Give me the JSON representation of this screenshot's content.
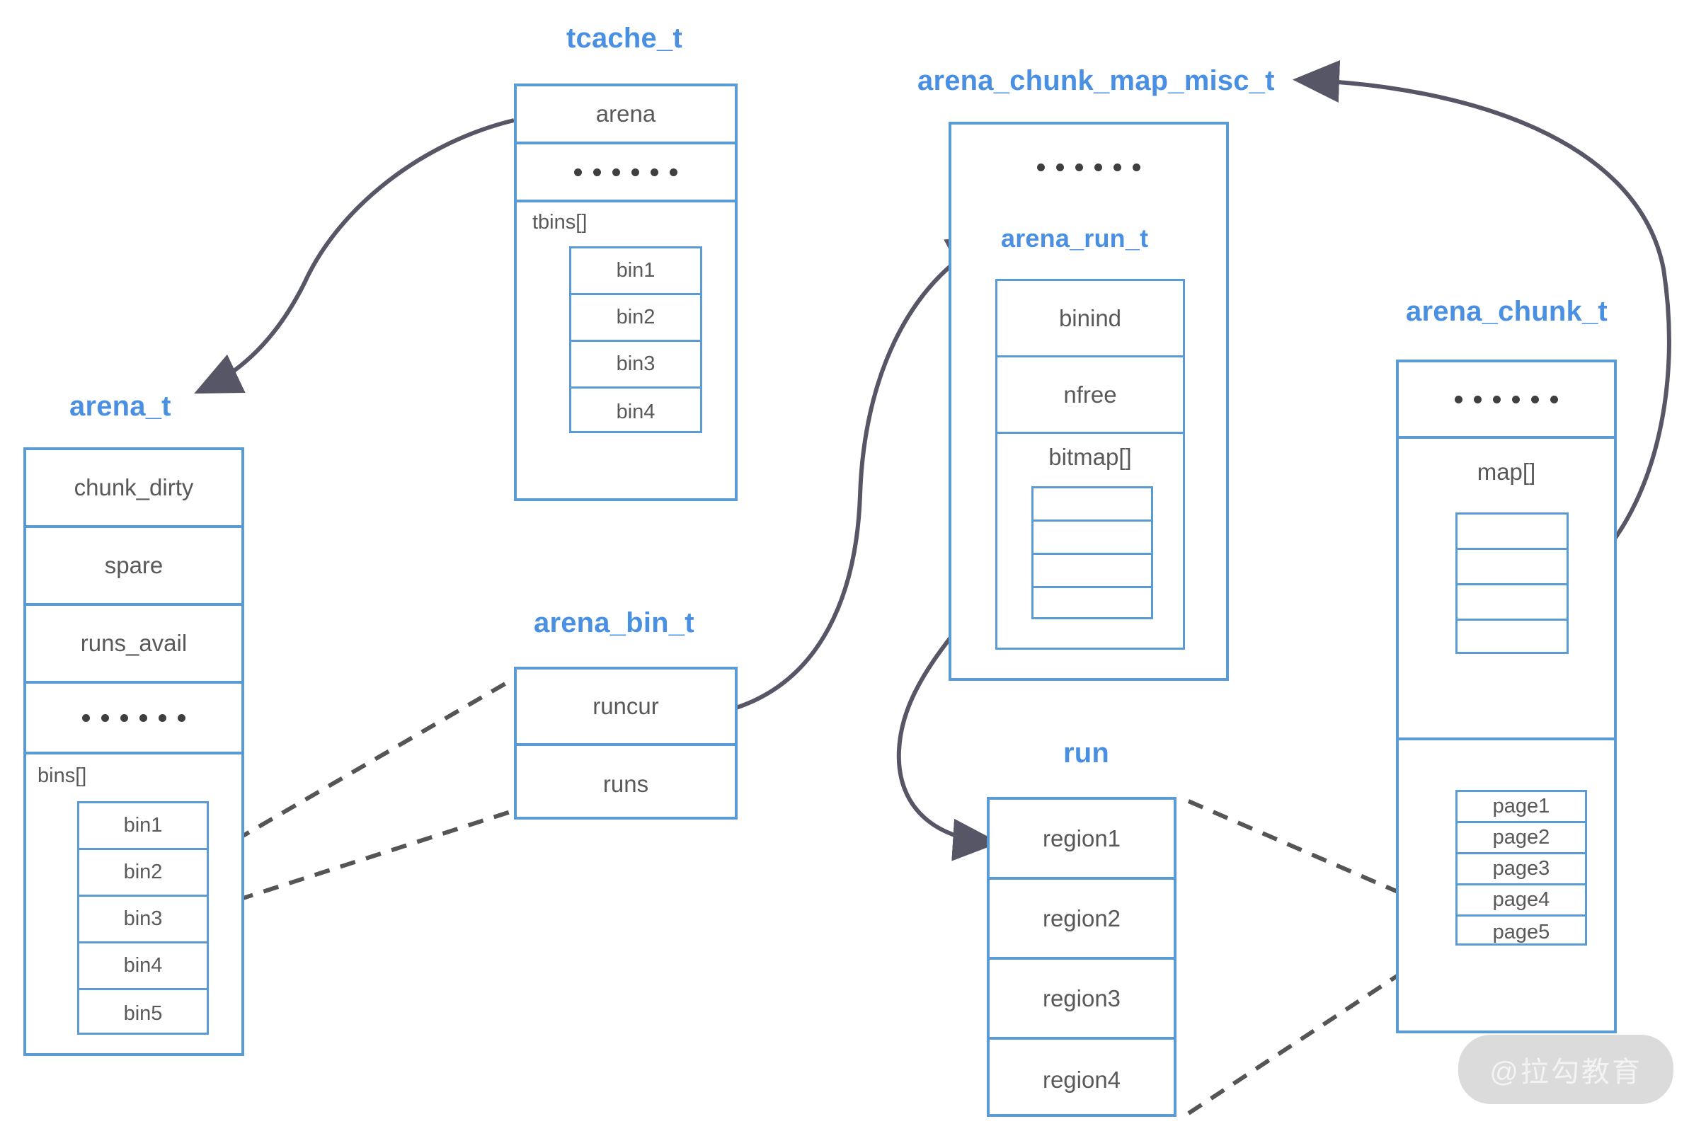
{
  "diagram": {
    "title_color": "#4a90e2",
    "box_border_color": "#5b9bd5",
    "text_color": "#595959",
    "arrow_color": "#565666",
    "watermark": "@拉勾教育"
  },
  "structs": {
    "tcache": {
      "title": "tcache_t",
      "rows": [
        "arena",
        "……"
      ],
      "array_label": "tbins[]",
      "array_items": [
        "bin1",
        "bin2",
        "bin3",
        "bin4"
      ]
    },
    "arena": {
      "title": "arena_t",
      "rows": [
        "chunk_dirty",
        "spare",
        "runs_avail",
        "……"
      ],
      "array_label": "bins[]",
      "array_items": [
        "bin1",
        "bin2",
        "bin3",
        "bin4",
        "bin5"
      ]
    },
    "arena_bin": {
      "title": "arena_bin_t",
      "rows": [
        "runcur",
        "runs"
      ]
    },
    "chunk_map_misc": {
      "title": "arena_chunk_map_misc_t",
      "rows": [
        "……"
      ]
    },
    "arena_run": {
      "title": "arena_run_t",
      "rows": [
        "binind",
        "nfree"
      ],
      "array_label": "bitmap[]",
      "array_items": [
        "",
        "",
        "",
        ""
      ]
    },
    "run": {
      "title": "run",
      "rows": [
        "region1",
        "region2",
        "region3",
        "region4"
      ]
    },
    "arena_chunk": {
      "title": "arena_chunk_t",
      "rows": [
        "……"
      ],
      "map_label": "map[]",
      "map_items": [
        "",
        "",
        "",
        ""
      ],
      "page_items": [
        "page1",
        "page2",
        "page3",
        "page4",
        "page5"
      ]
    }
  }
}
